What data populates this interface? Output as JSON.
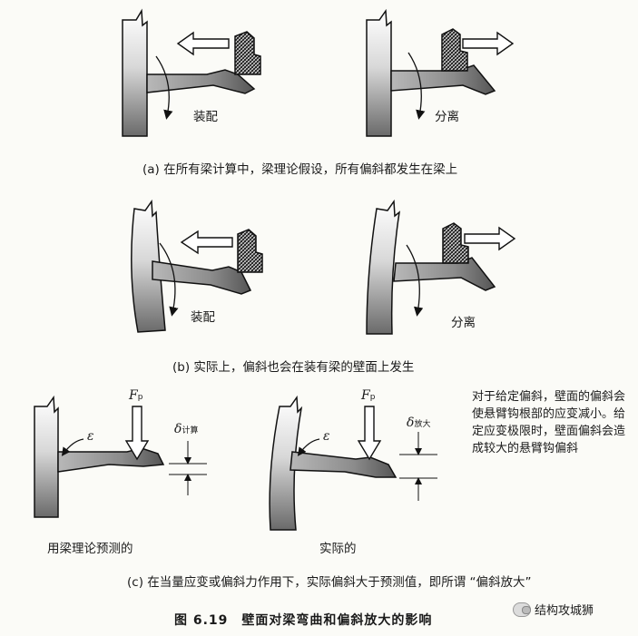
{
  "panel_a": {
    "label_left": "装配",
    "label_right": "分离",
    "caption": "(a) 在所有梁计算中，梁理论假设，所有偏斜都发生在梁上"
  },
  "panel_b": {
    "label_left": "装配",
    "label_right": "分离",
    "caption": "(b) 实际上，偏斜也会在装有梁的壁面上发生"
  },
  "panel_c": {
    "force_symbol": "F",
    "force_subscript": "p",
    "strain_symbol": "ε",
    "delta_symbol": "δ",
    "delta_calc_subscript": "计算",
    "delta_amp_subscript": "放大",
    "label_left": "用梁理论预测的",
    "label_right": "实际的",
    "note": "对于给定偏斜，壁面的偏斜会使悬臂钩根部的应变减小。给定应变极限时，壁面偏斜会造成较大的悬臂钩偏斜",
    "caption": "(c) 在当量应变或偏斜力作用下，实际偏斜大于预测值，即所谓 “偏斜放大”"
  },
  "figure_caption": "图 6.19　壁面对梁弯曲和偏斜放大的影响",
  "watermark": "结构攻城狮"
}
